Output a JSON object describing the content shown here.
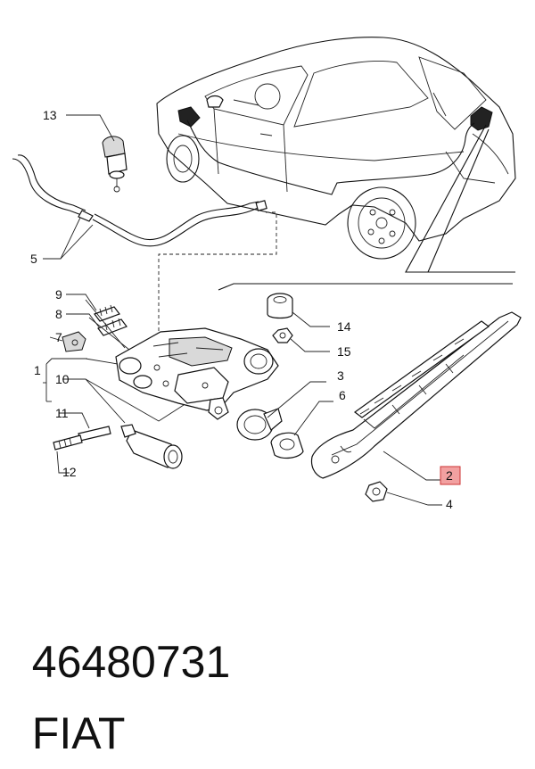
{
  "labels": {
    "n1": "1",
    "n2": "2",
    "n3": "3",
    "n4": "4",
    "n5": "5",
    "n6": "6",
    "n7": "7",
    "n8": "8",
    "n9": "9",
    "n10": "10",
    "n11": "11",
    "n12": "12",
    "n13": "13",
    "n14": "14",
    "n15": "15"
  },
  "footer": {
    "part_number": "46480731",
    "brand": "FIAT"
  },
  "highlight_color": "#f2a0a0"
}
